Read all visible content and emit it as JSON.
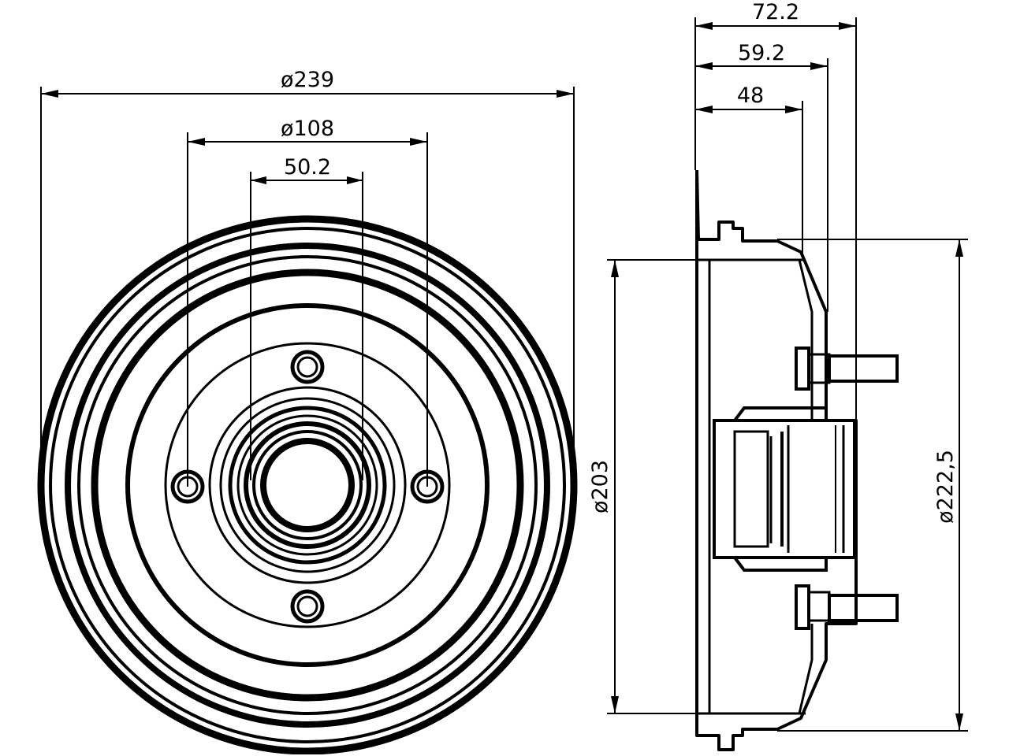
{
  "dimensions": {
    "outer_diameter": "ø239",
    "bolt_circle_diameter": "ø108",
    "center_bore": "50.2",
    "overall_height": "72.2",
    "height_to_flange": "59.2",
    "drum_depth": "48",
    "drum_inner_diameter": "ø203",
    "drum_outer_diameter": "ø222,5"
  },
  "colors": {
    "ink": "#000000",
    "background": "#ffffff"
  }
}
